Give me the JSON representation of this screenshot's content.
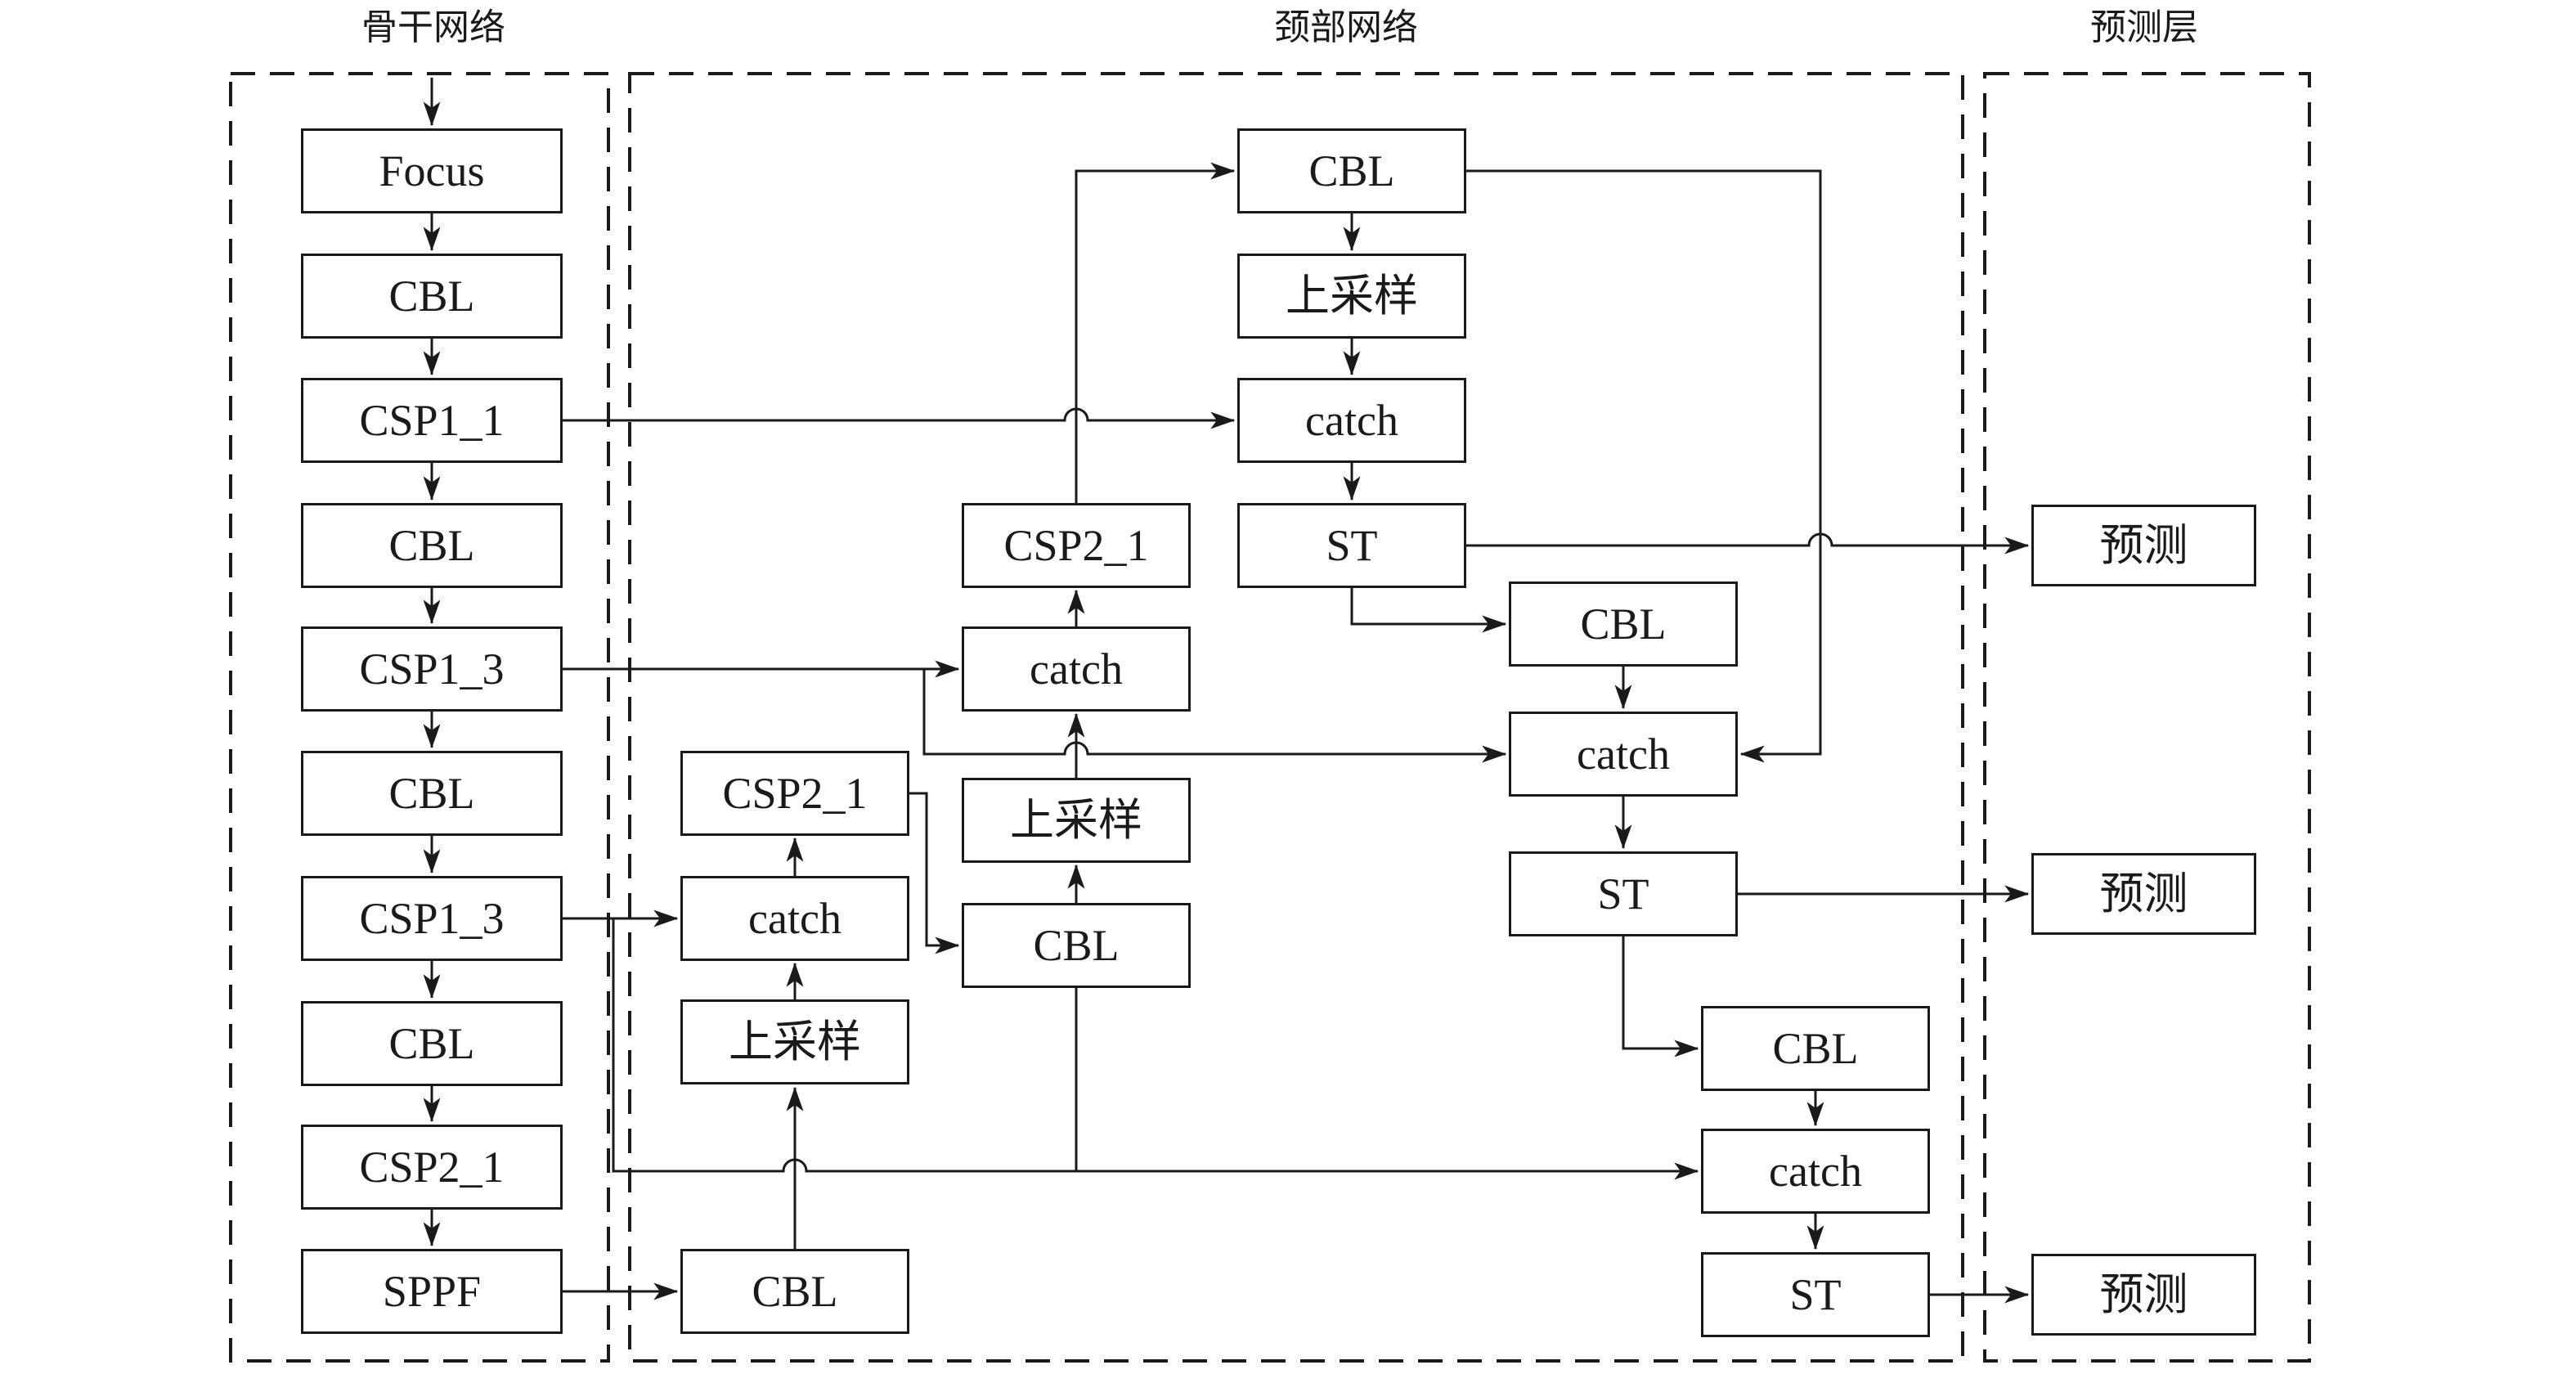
{
  "diagram": {
    "sections": [
      {
        "id": "backbone",
        "title": "骨干网络"
      },
      {
        "id": "neck",
        "title": "颈部网络"
      },
      {
        "id": "prediction",
        "title": "预测层"
      }
    ],
    "nodes": [
      {
        "id": "focus",
        "label": "Focus",
        "section": "backbone"
      },
      {
        "id": "cbl-1",
        "label": "CBL",
        "section": "backbone"
      },
      {
        "id": "csp1-1",
        "label": "CSP1_1",
        "section": "backbone"
      },
      {
        "id": "cbl-2",
        "label": "CBL",
        "section": "backbone"
      },
      {
        "id": "csp1-3-a",
        "label": "CSP1_3",
        "section": "backbone"
      },
      {
        "id": "cbl-3",
        "label": "CBL",
        "section": "backbone"
      },
      {
        "id": "csp1-3-b",
        "label": "CSP1_3",
        "section": "backbone"
      },
      {
        "id": "cbl-4",
        "label": "CBL",
        "section": "backbone"
      },
      {
        "id": "csp2-1-backbone",
        "label": "CSP2_1",
        "section": "backbone"
      },
      {
        "id": "sppf",
        "label": "SPPF",
        "section": "backbone"
      },
      {
        "id": "csp2-1-left",
        "label": "CSP2_1",
        "section": "neck"
      },
      {
        "id": "catch-left",
        "label": "catch",
        "section": "neck"
      },
      {
        "id": "upsample-left",
        "label": "上采样",
        "section": "neck"
      },
      {
        "id": "cbl-left",
        "label": "CBL",
        "section": "neck"
      },
      {
        "id": "csp2-1-mid",
        "label": "CSP2_1",
        "section": "neck"
      },
      {
        "id": "catch-mid",
        "label": "catch",
        "section": "neck"
      },
      {
        "id": "upsample-mid",
        "label": "上采样",
        "section": "neck"
      },
      {
        "id": "cbl-mid",
        "label": "CBL",
        "section": "neck"
      },
      {
        "id": "cbl-top",
        "label": "CBL",
        "section": "neck"
      },
      {
        "id": "upsample-top",
        "label": "上采样",
        "section": "neck"
      },
      {
        "id": "catch-top",
        "label": "catch",
        "section": "neck"
      },
      {
        "id": "st-top",
        "label": "ST",
        "section": "neck"
      },
      {
        "id": "cbl-right1",
        "label": "CBL",
        "section": "neck"
      },
      {
        "id": "catch-right1",
        "label": "catch",
        "section": "neck"
      },
      {
        "id": "st-right1",
        "label": "ST",
        "section": "neck"
      },
      {
        "id": "cbl-right2",
        "label": "CBL",
        "section": "neck"
      },
      {
        "id": "catch-right2",
        "label": "catch",
        "section": "neck"
      },
      {
        "id": "st-right2",
        "label": "ST",
        "section": "neck"
      },
      {
        "id": "predict-1",
        "label": "预测",
        "section": "prediction"
      },
      {
        "id": "predict-2",
        "label": "预测",
        "section": "prediction"
      },
      {
        "id": "predict-3",
        "label": "预测",
        "section": "prediction"
      }
    ],
    "colors": {
      "background": "#ffffff",
      "line": "#1a1a1a",
      "box_border": "#1a1a1a",
      "box_fill": "#ffffff",
      "text": "#1a1a1a"
    }
  }
}
